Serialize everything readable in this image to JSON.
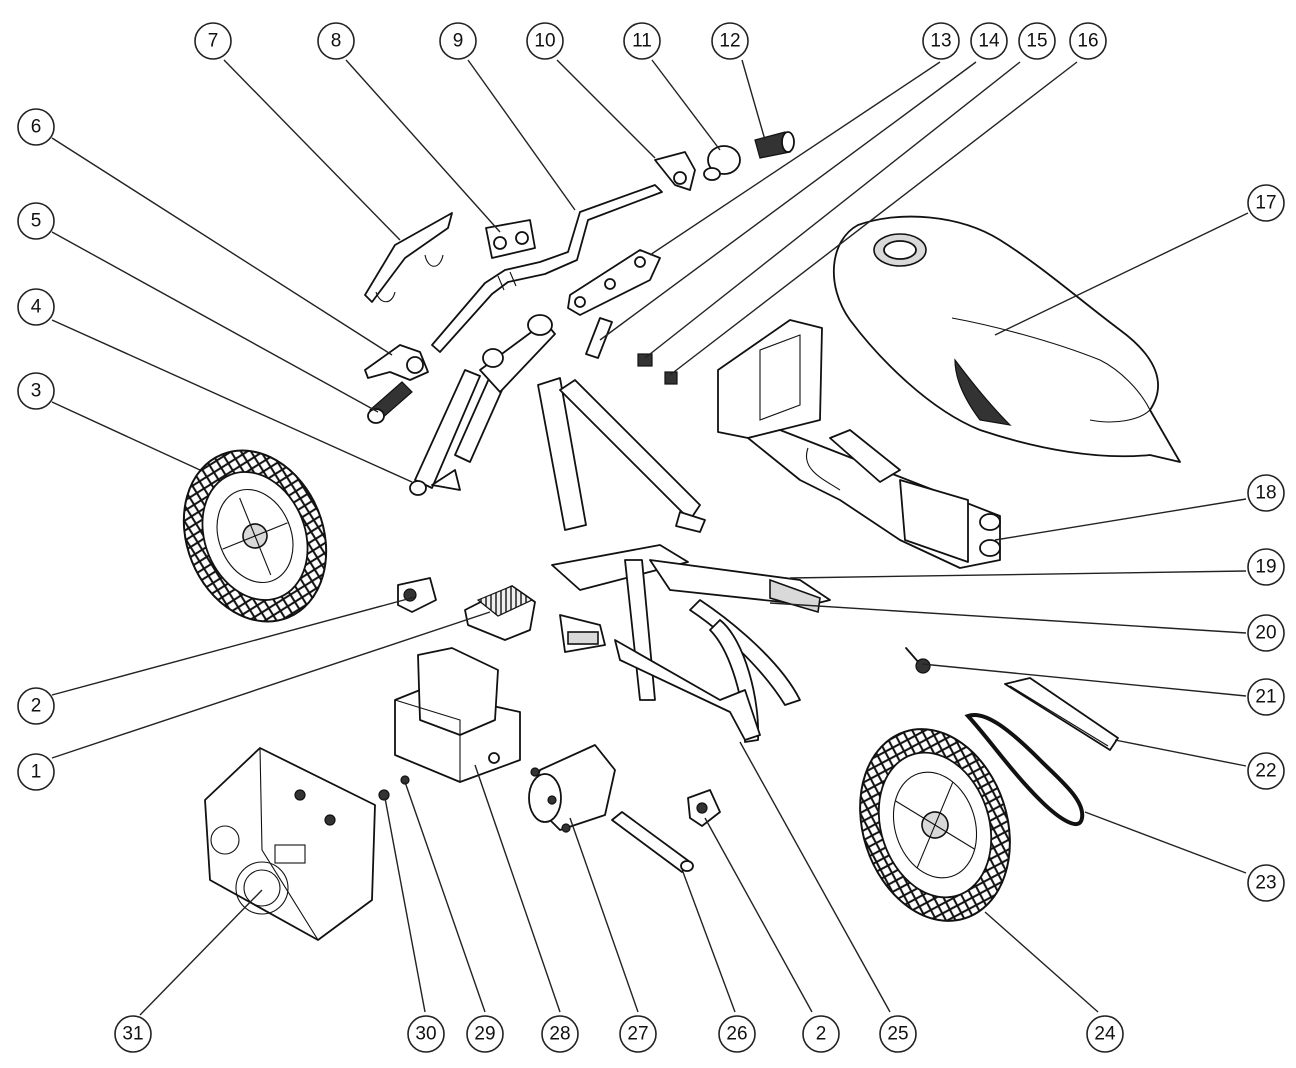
{
  "callouts": [
    "1",
    "2",
    "3",
    "4",
    "5",
    "6",
    "7",
    "8",
    "9",
    "10",
    "11",
    "12",
    "13",
    "14",
    "15",
    "16",
    "17",
    "18",
    "19",
    "20",
    "21",
    "22",
    "23",
    "24",
    "25",
    "26",
    "27",
    "28",
    "29",
    "30",
    "31",
    "2"
  ]
}
